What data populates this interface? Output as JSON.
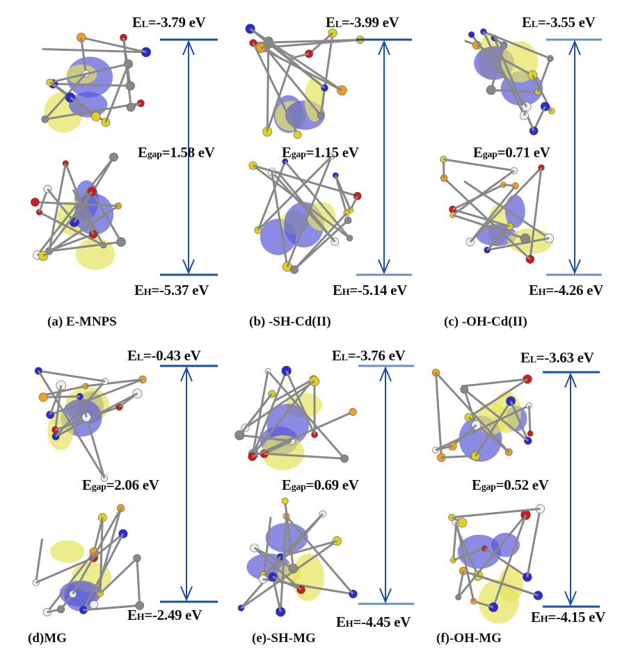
{
  "level_color": "#1a4fa0",
  "level_color_light": "#6d8fc8",
  "panels": [
    {
      "label": "(a) E-MNPS",
      "E": "E",
      "lumo_sub": "L",
      "lumo_value": "=-3.79 eV",
      "gap_sub": "gap",
      "gap_value": "=1.58 eV",
      "homo_sub": "H",
      "homo_value": "=-5.37 eV"
    },
    {
      "label": "(b) -SH-Cd(II)",
      "E": "E",
      "lumo_sub": "L",
      "lumo_value": "=-3.99 eV",
      "gap_sub": "gap",
      "gap_value": "=1.15 eV",
      "homo_sub": "H",
      "homo_value": "=-5.14 eV"
    },
    {
      "label": "(c) -OH-Cd(II)",
      "E": "E",
      "lumo_sub": "L",
      "lumo_value": "=-3.55 eV",
      "gap_sub": "gap",
      "gap_value": "=0.71 eV",
      "homo_sub": "H",
      "homo_value": "=-4.26 eV"
    },
    {
      "label": "(d)MG",
      "E": "E",
      "lumo_sub": "L",
      "lumo_value": "=-0.43 eV",
      "gap_sub": "gap",
      "gap_value": "=2.06 eV",
      "homo_sub": "H",
      "homo_value": "=-2.49 eV"
    },
    {
      "label": "(e)-SH-MG",
      "E": "E",
      "lumo_sub": "L",
      "lumo_value": "=-3.76 eV",
      "gap_sub": "gap",
      "gap_value": "=0.69 eV",
      "homo_sub": "H",
      "homo_value": "=-4.45 eV"
    },
    {
      "label": "(f)-OH-MG",
      "E": "E",
      "lumo_sub": "L",
      "lumo_value": "=-3.63 eV",
      "gap_sub": "gap",
      "gap_value": "=0.52 eV",
      "homo_sub": "H",
      "homo_value": "=-4.15 eV"
    }
  ]
}
